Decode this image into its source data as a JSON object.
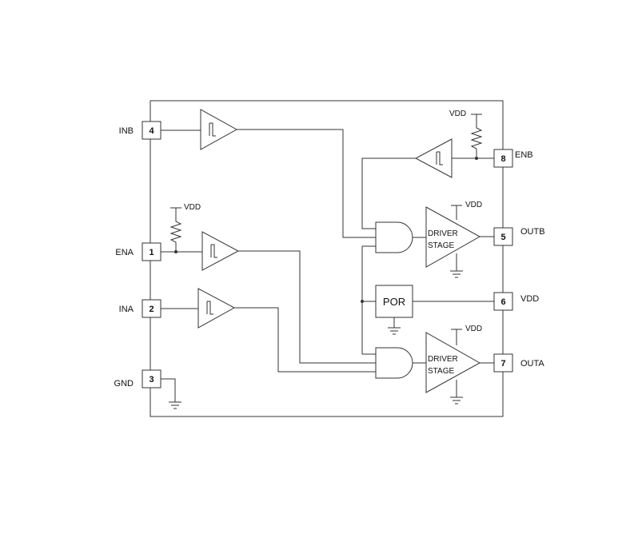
{
  "pins": {
    "inb": {
      "label": "INB",
      "number": "4"
    },
    "ena": {
      "label": "ENA",
      "number": "1"
    },
    "ina": {
      "label": "INA",
      "number": "2"
    },
    "gnd": {
      "label": "GND",
      "number": "3"
    },
    "enb": {
      "label": "ENB",
      "number": "8"
    },
    "outb": {
      "label": "OUTB",
      "number": "5"
    },
    "vdd": {
      "label": "VDD",
      "number": "6"
    },
    "outa": {
      "label": "OUTA",
      "number": "7"
    }
  },
  "supply_label": "VDD",
  "driver_label": {
    "line1": "DRIVER",
    "line2": "STAGE"
  },
  "por_label": "POR",
  "colors": {
    "line": "#333333",
    "text": "#111111",
    "background": "#ffffff"
  }
}
